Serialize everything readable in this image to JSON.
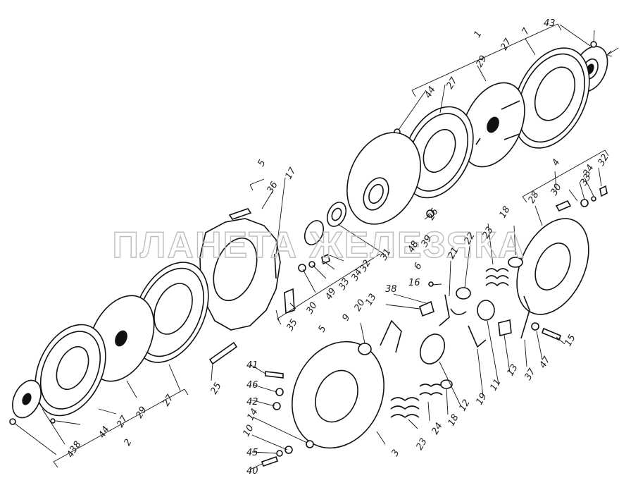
{
  "watermark": "ПЛАНЕТА ЖЕЛЕЗЯКА",
  "labels": [
    "1",
    "2",
    "3",
    "4",
    "5",
    "5",
    "6",
    "7",
    "8",
    "9",
    "10",
    "11",
    "12",
    "13",
    "13",
    "14",
    "15",
    "16",
    "17",
    "18",
    "18",
    "19",
    "20",
    "21",
    "22",
    "23",
    "23",
    "24",
    "25",
    "26",
    "27",
    "27",
    "27",
    "27",
    "28",
    "29",
    "29",
    "30",
    "30",
    "31",
    "32",
    "32",
    "33",
    "33",
    "34",
    "34",
    "35",
    "36",
    "37",
    "38",
    "39",
    "40",
    "41",
    "42",
    "43",
    "43",
    "44",
    "44",
    "45",
    "46",
    "47",
    "48",
    "49"
  ]
}
